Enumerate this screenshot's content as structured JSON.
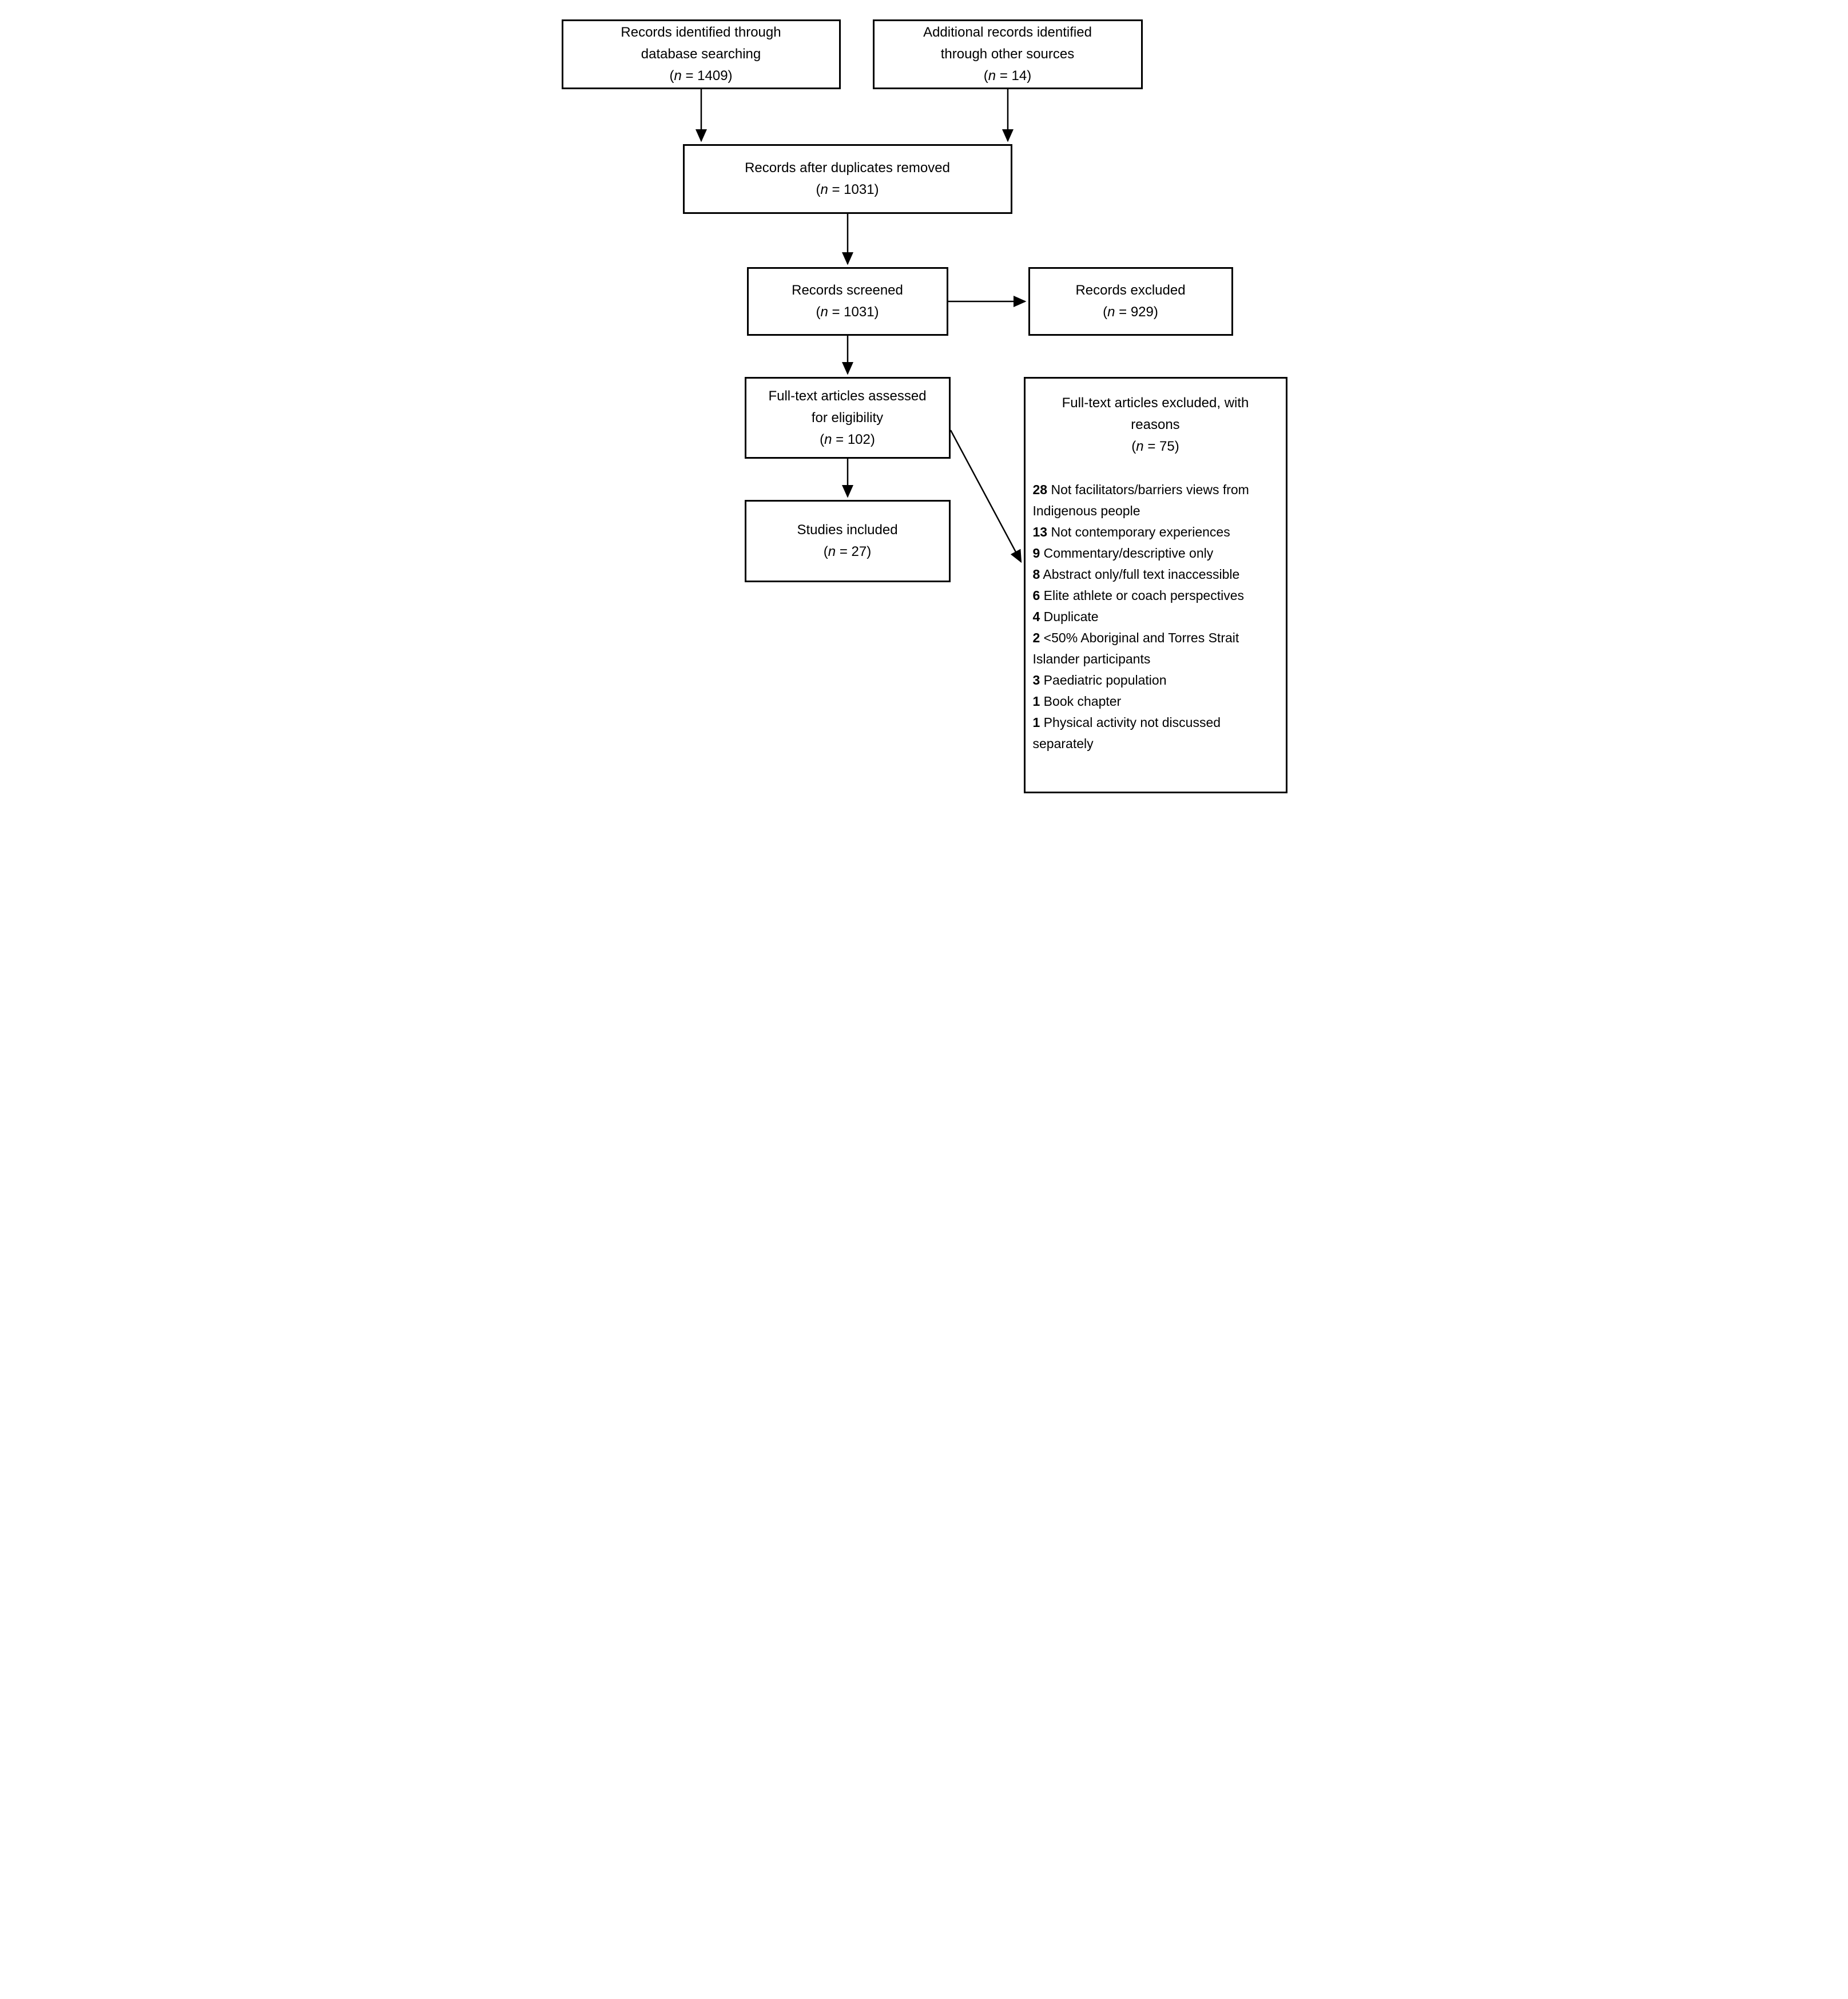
{
  "diagram": {
    "type": "prisma-flowchart",
    "colors": {
      "border": "#000000",
      "background": "#ffffff",
      "text": "#000000"
    },
    "boxes": {
      "identified_db": {
        "label_lines": [
          "Records identified through",
          "database searching"
        ],
        "count": "(n = 1409)"
      },
      "identified_other": {
        "label_lines": [
          "Additional records identified",
          "through other sources"
        ],
        "count": "(n = 14)"
      },
      "after_duplicates": {
        "label_lines": [
          "Records after duplicates removed"
        ],
        "count": "(n = 1031)"
      },
      "screened": {
        "label_lines": [
          "Records screened"
        ],
        "count": "(n = 1031)"
      },
      "records_excluded": {
        "label_lines": [
          "Records excluded"
        ],
        "count": "(n = 929)"
      },
      "fulltext_assessed": {
        "label_lines": [
          "Full-text articles assessed",
          "for eligibility"
        ],
        "count": "(n = 102)"
      },
      "included": {
        "label_lines": [
          "Studies included"
        ],
        "count": "(n = 27)"
      },
      "fulltext_excluded": {
        "label_lines": [
          "Full-text articles excluded, with",
          "reasons"
        ],
        "count": "(n = 75)",
        "reasons": [
          {
            "count": "28",
            "text": "Not facilitators/barriers views from Indigenous people"
          },
          {
            "count": "13",
            "text": "Not contemporary experiences"
          },
          {
            "count": "9",
            "text": "Commentary/descriptive only"
          },
          {
            "count": "8",
            "text": "Abstract only/full text inaccessible"
          },
          {
            "count": "6",
            "text": "Elite athlete or coach perspectives"
          },
          {
            "count": "4",
            "text": "Duplicate"
          },
          {
            "count": "2",
            "text": "<50% Aboriginal and Torres Strait Islander participants"
          },
          {
            "count": "3",
            "text": "Paediatric population"
          },
          {
            "count": "1",
            "text": "Book chapter"
          },
          {
            "count": "1",
            "text": "Physical activity not discussed separately"
          }
        ]
      }
    }
  }
}
